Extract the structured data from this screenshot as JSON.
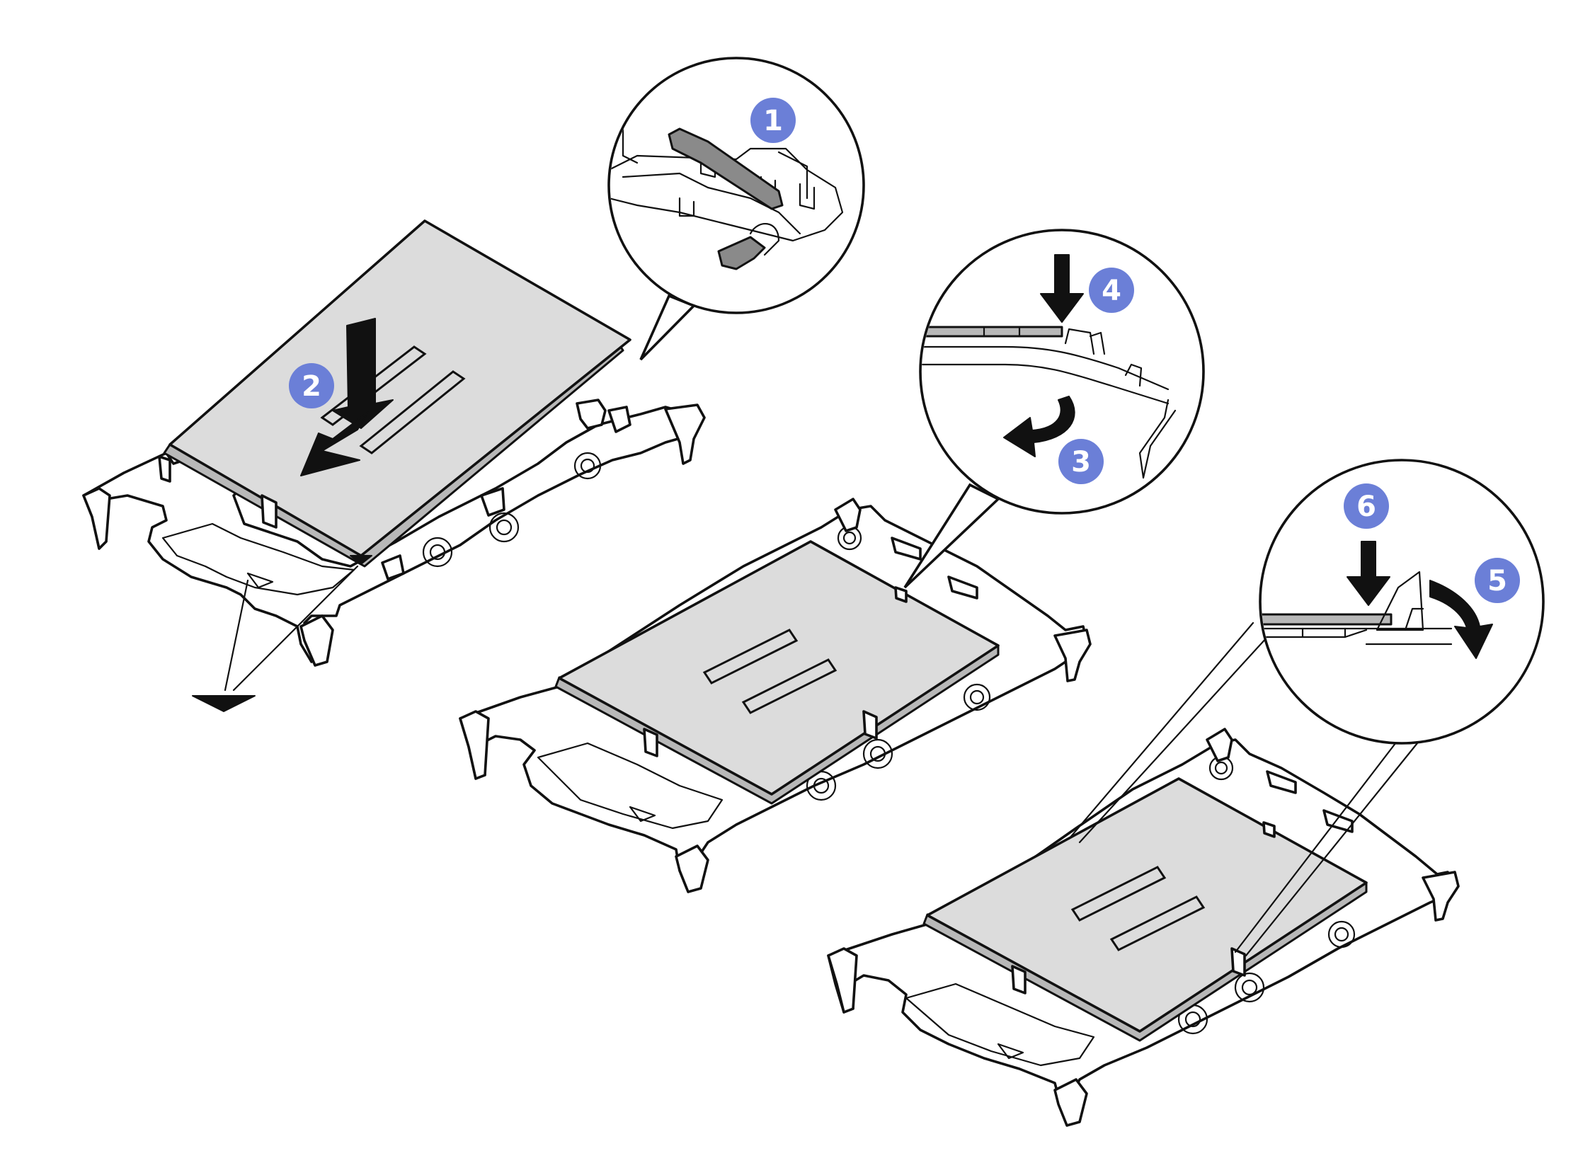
{
  "figure": {
    "colors": {
      "badge": "#6b7fd7",
      "badge_text": "#ffffff",
      "line": "#111111",
      "chip_fill": "#dcdcdc",
      "chip_edge": "#b8b8b8",
      "lever": "#8a8a8a",
      "background": "#ffffff"
    },
    "steps": [
      {
        "id": "1",
        "label": "1"
      },
      {
        "id": "2",
        "label": "2"
      },
      {
        "id": "3",
        "label": "3"
      },
      {
        "id": "4",
        "label": "4"
      },
      {
        "id": "5",
        "label": "5"
      },
      {
        "id": "6",
        "label": "6"
      }
    ],
    "icons": {
      "down_arrow": "down-arrow-icon",
      "curved_arrow": "curved-arrow-icon",
      "triangle_marker": "triangle-alignment-marker-icon"
    }
  }
}
